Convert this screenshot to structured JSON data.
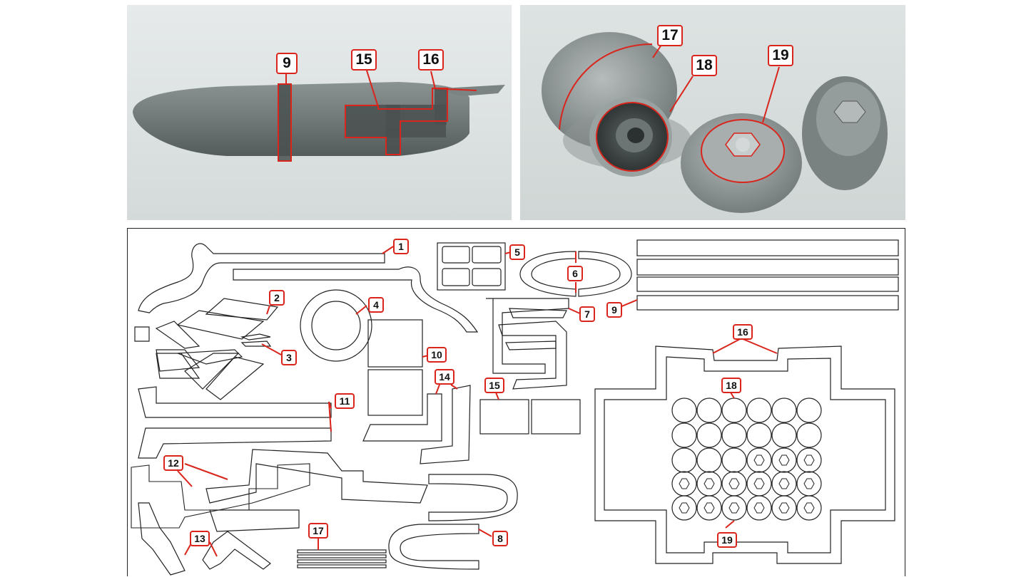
{
  "photo_left": {
    "callouts": [
      "9",
      "15",
      "16"
    ]
  },
  "photo_right": {
    "callouts": [
      "17",
      "18",
      "19"
    ]
  },
  "sheet": {
    "callouts": [
      "1",
      "2",
      "3",
      "4",
      "5",
      "6",
      "7",
      "8",
      "9",
      "10",
      "11",
      "12",
      "13",
      "14",
      "15",
      "16",
      "17",
      "18",
      "19"
    ]
  },
  "colors": {
    "callout_border": "#d9251c",
    "mask_outline": "#222222",
    "model_gray": "#6e7676",
    "photo_background": "#dfe4e4"
  },
  "icons": [
    "fuselage-photo",
    "wheels-photo",
    "mask-sheet-outline"
  ]
}
